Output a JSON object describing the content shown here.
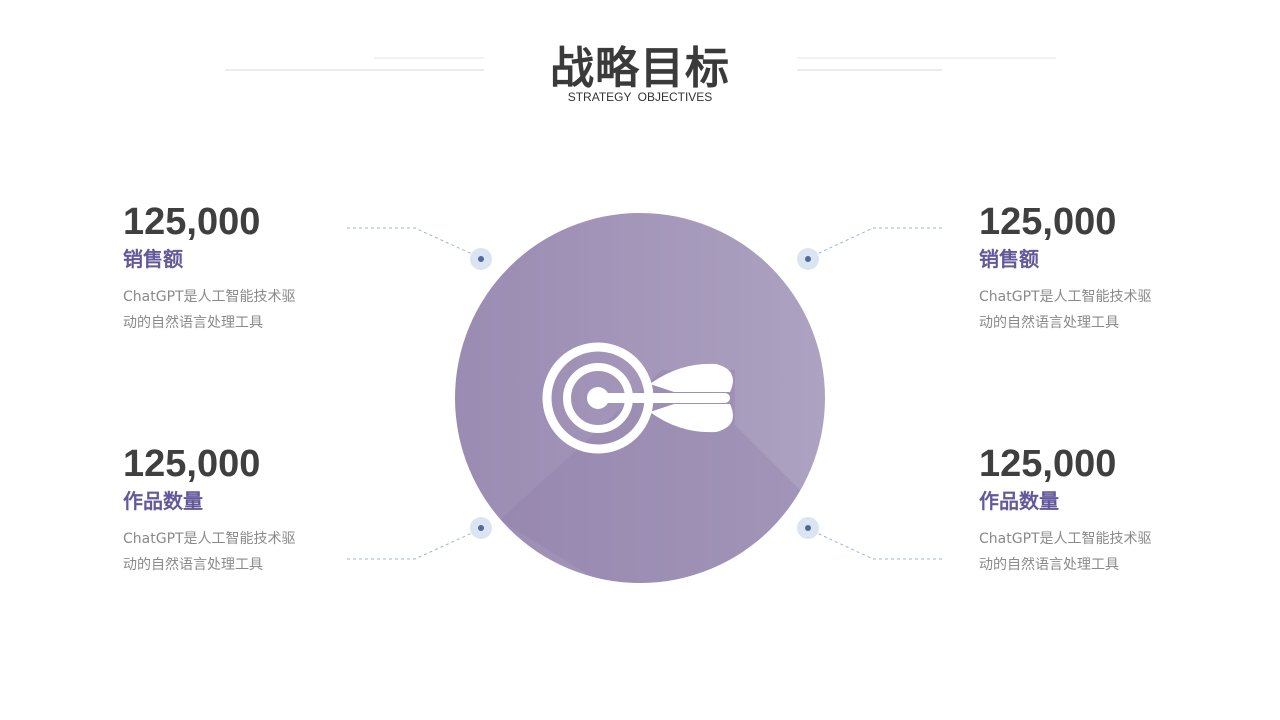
{
  "header": {
    "title": "战略目标",
    "subtitle": "STRATEGY  OBJECTIVES"
  },
  "colors": {
    "accent": "#62589a",
    "circle": "#a095b8",
    "connector": "#9fb4d4",
    "dot": "#4a6aa0"
  },
  "icons": {
    "center": "target-dart-icon"
  },
  "items": [
    {
      "value": "125,000",
      "label": "销售额",
      "desc_line1": "ChatGPT是人工智能技术驱",
      "desc_line2": "动的自然语言处理工具"
    },
    {
      "value": "125,000",
      "label": "销售额",
      "desc_line1": "ChatGPT是人工智能技术驱",
      "desc_line2": "动的自然语言处理工具"
    },
    {
      "value": "125,000",
      "label": "作品数量",
      "desc_line1": "ChatGPT是人工智能技术驱",
      "desc_line2": "动的自然语言处理工具"
    },
    {
      "value": "125,000",
      "label": "作品数量",
      "desc_line1": "ChatGPT是人工智能技术驱",
      "desc_line2": "动的自然语言处理工具"
    }
  ]
}
